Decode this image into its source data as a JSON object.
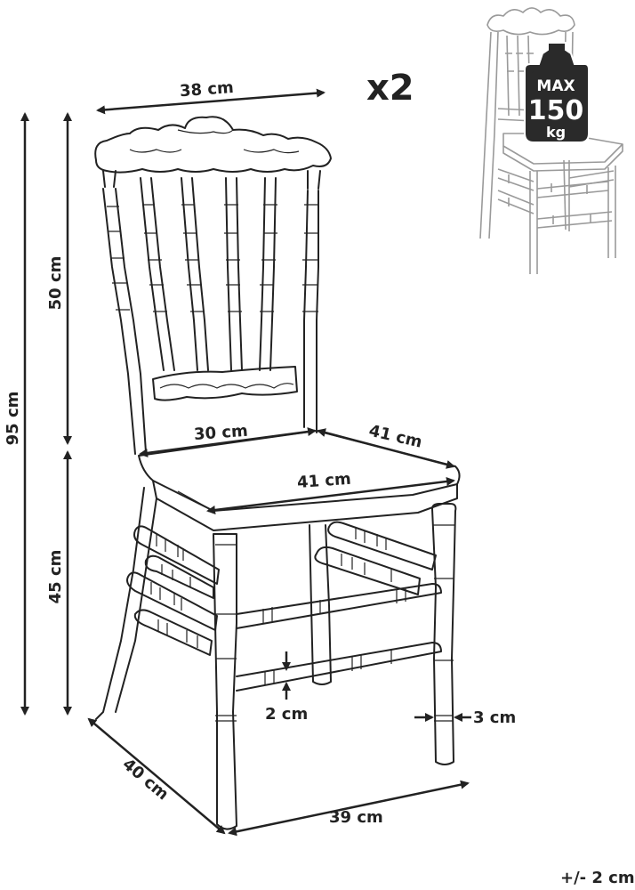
{
  "dimensions": {
    "top_width": "38 cm",
    "total_height": "95 cm",
    "back_height": "50 cm",
    "seat_height": "45 cm",
    "seat_back_width": "30 cm",
    "seat_depth": "41 cm",
    "seat_front_width": "41 cm",
    "rung_thickness": "2 cm",
    "leg_thickness": "3 cm",
    "base_depth": "40 cm",
    "base_width": "39 cm"
  },
  "quantity": "x2",
  "tolerance": "+/- 2 cm",
  "max_load": {
    "line1": "MAX",
    "line2": "150",
    "line3": "kg"
  },
  "colors": {
    "line": "#222222",
    "thumbnail_line": "#9a9a9a",
    "weight_fill": "#2a2a2a"
  }
}
